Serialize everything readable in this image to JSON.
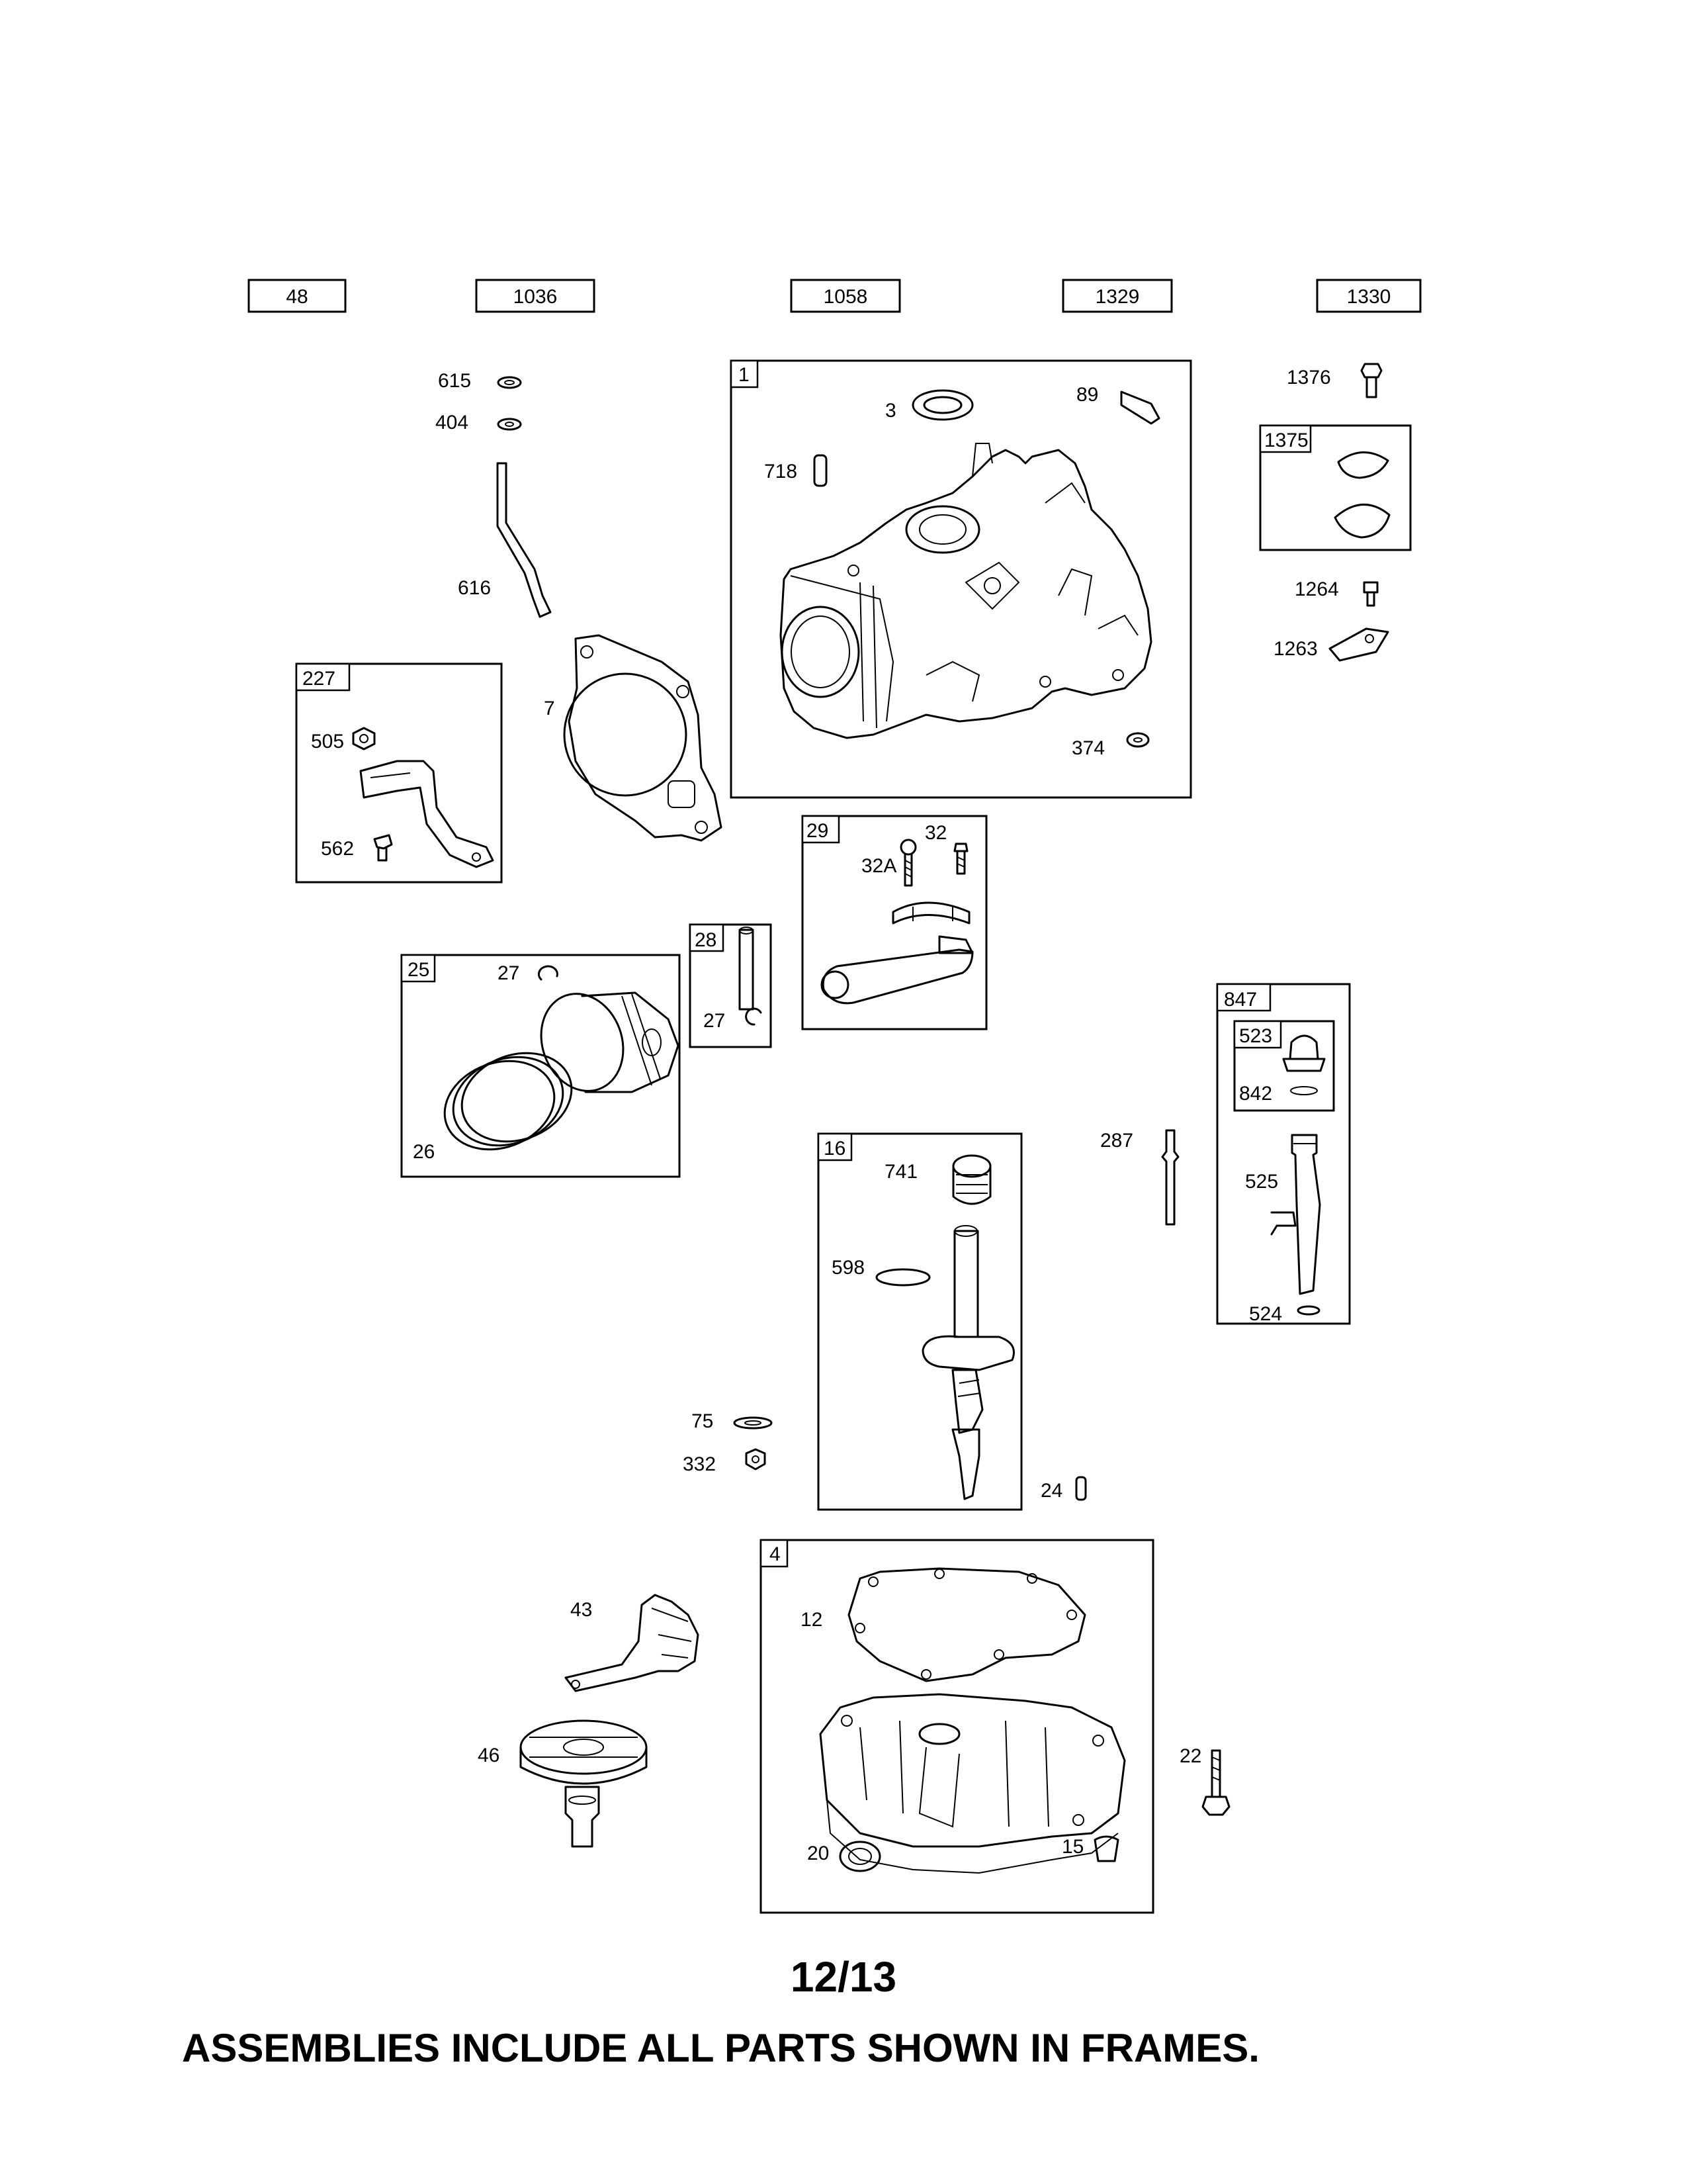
{
  "reference_parts": [
    "48",
    "1036",
    "1058",
    "1329",
    "1330"
  ],
  "frames": {
    "f1": "1",
    "f1375": "1375",
    "f227": "227",
    "f29": "29",
    "f28": "28",
    "f25": "25",
    "f847": "847",
    "f523": "523",
    "f16": "16",
    "f4": "4"
  },
  "callouts": {
    "c615": "615",
    "c404": "404",
    "c616": "616",
    "c7": "7",
    "c3": "3",
    "c89": "89",
    "c718": "718",
    "c374": "374",
    "c1376": "1376",
    "c1264": "1264",
    "c1263": "1263",
    "c505": "505",
    "c562": "562",
    "c32A": "32A",
    "c32": "32",
    "c27a": "27",
    "c27b": "27",
    "c26": "26",
    "c842": "842",
    "c525": "525",
    "c524": "524",
    "c287": "287",
    "c741": "741",
    "c598": "598",
    "c75": "75",
    "c332": "332",
    "c24": "24",
    "c43": "43",
    "c12": "12",
    "c46": "46",
    "c22": "22",
    "c20": "20",
    "c15": "15"
  },
  "page_number": "12/13",
  "footer_note": "ASSEMBLIES INCLUDE ALL PARTS SHOWN IN FRAMES."
}
